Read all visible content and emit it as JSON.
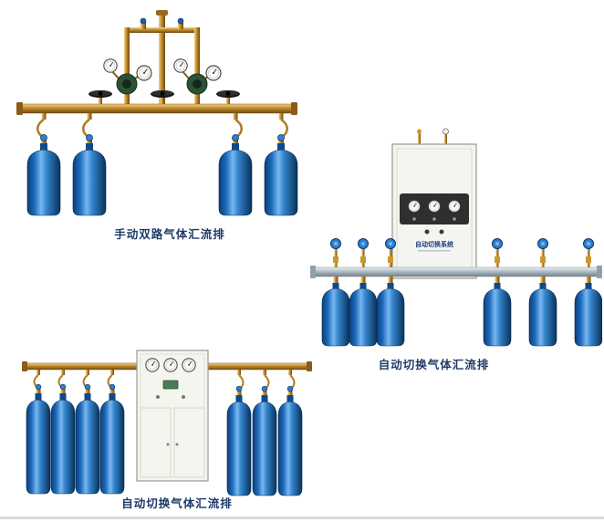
{
  "page": {
    "background": "#ffffff"
  },
  "colors": {
    "cylinder_blue": "#1e6cbe",
    "brass_pipe": "#b07c24",
    "silver_pipe": "#a8b6bf",
    "cabinet_body": "#f5f5f0",
    "caption_text": "#1f3a68"
  },
  "products": [
    {
      "caption": "手动双路气体汇流排"
    },
    {
      "caption": "自动切换气体汇流排",
      "cabinet_label": "自动切换系统"
    },
    {
      "caption": "自动切换气体汇流排"
    }
  ]
}
